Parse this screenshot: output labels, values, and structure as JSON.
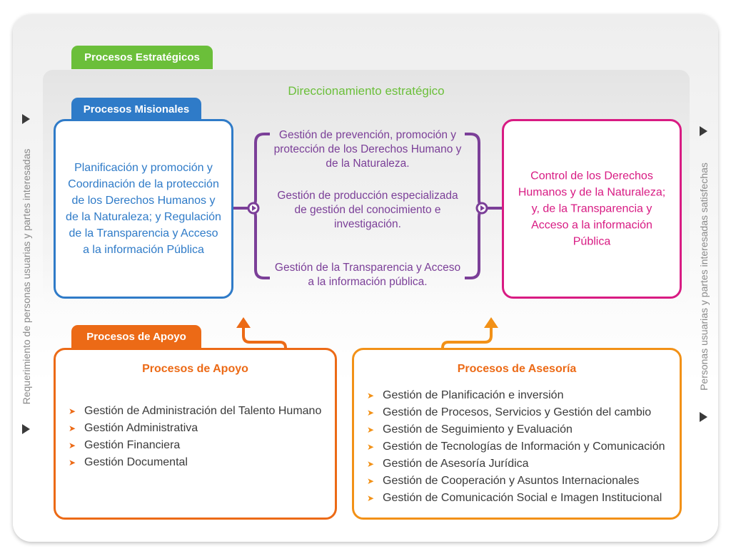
{
  "side_labels": {
    "left": "Requerimiento de personas usuarias y partes interesadas",
    "right": "Personas usuarias y partes interesadas satisfechas"
  },
  "strategic": {
    "tab": "Procesos Estratégicos",
    "title": "Direccionamiento estratégico"
  },
  "misional": {
    "tab": "Procesos Misionales",
    "text": "Planificación y promoción y Coordinación de la protección de los Derechos Humanos y de la Naturaleza; y Regulación de la Transparencia y Acceso a la información Pública"
  },
  "middle": {
    "items": [
      "Gestión de prevención, promoción y protección de los Derechos Humano y de la Naturaleza.",
      "Gestión de producción especializada de gestión del conocimiento e investigación.",
      "Gestión de la Transparencia y Acceso a la información pública."
    ]
  },
  "control": {
    "text": "Control de los Derechos Humanos y de la Naturaleza; y, de la Transparencia y Acceso a la información Pública"
  },
  "apoyo": {
    "tab": "Procesos de Apoyo",
    "heading": "Procesos de Apoyo",
    "items": [
      "Gestión de Administración del Talento Humano",
      "Gestión Administrativa",
      "Gestión Financiera",
      "Gestión Documental"
    ]
  },
  "asesoria": {
    "heading": "Procesos de Asesoría",
    "items": [
      "Gestión de Planificación e inversión",
      "Gestión de Procesos, Servicios y Gestión del cambio",
      "Gestión de Seguimiento y Evaluación",
      "Gestión de Tecnologías de Información y Comunicación",
      "Gestión de Asesoría Jurídica",
      "Gestión de Cooperación y Asuntos Internacionales",
      "Gestión de Comunicación Social e Imagen Institucional"
    ]
  },
  "colors": {
    "strategic": "#6bbf3a",
    "misional": "#2f7bc8",
    "middle": "#7b3f98",
    "control": "#d81b83",
    "apoyo": "#ec6a16",
    "asesoria": "#f29117"
  },
  "icons": {
    "bullet": "arrowhead-bullet-icon",
    "flow": "play-triangle-icon"
  }
}
